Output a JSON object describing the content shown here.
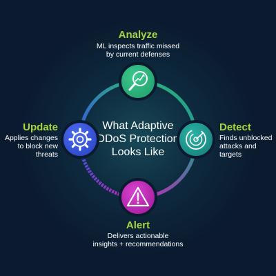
{
  "center_title": [
    "What Adaptive",
    "DDoS Protection",
    "Looks Like"
  ],
  "steps": {
    "analyze": {
      "title": "Analyze",
      "desc": [
        "ML inspects traffic missed",
        "by current defenses"
      ],
      "icon": "magnifier-chart-icon",
      "color": "#2db37a"
    },
    "detect": {
      "title": "Detect",
      "desc": [
        "Finds unblocked",
        "attacks and",
        "targets"
      ],
      "icon": "radar-icon",
      "color": "#1f9a8f"
    },
    "alert": {
      "title": "Alert",
      "desc": [
        "Delivers actionable",
        "insights + recommendations"
      ],
      "icon": "warning-triangle-icon",
      "color": "#c424b8"
    },
    "update": {
      "title": "Update",
      "desc": [
        "Applies changes",
        "to block new",
        "threats"
      ],
      "icon": "gear-icon",
      "color": "#3656e0"
    }
  },
  "colors": {
    "title_accent": "#a6d63c",
    "background": "#0b1a2e"
  }
}
